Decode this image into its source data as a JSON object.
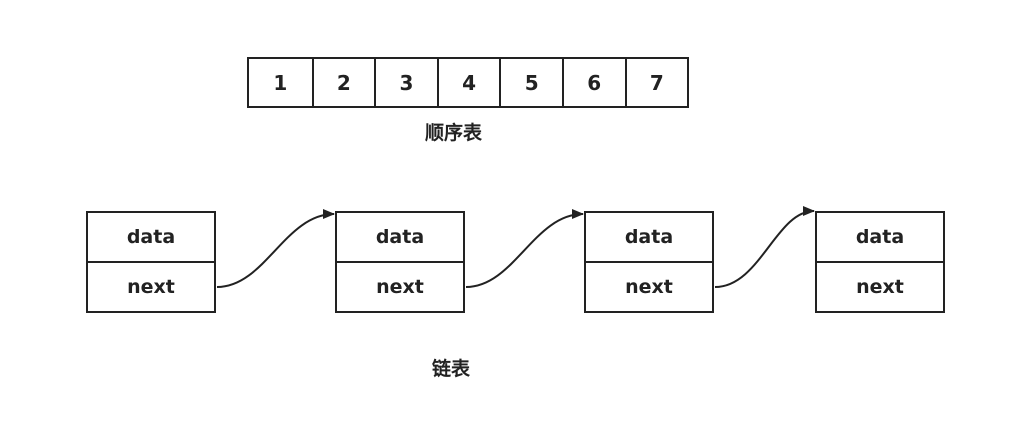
{
  "sequential_list": {
    "cells": [
      "1",
      "2",
      "3",
      "4",
      "5",
      "6",
      "7"
    ],
    "label": "顺序表"
  },
  "linked_list": {
    "nodes": [
      {
        "data_label": "data",
        "next_label": "next"
      },
      {
        "data_label": "data",
        "next_label": "next"
      },
      {
        "data_label": "data",
        "next_label": "next"
      },
      {
        "data_label": "data",
        "next_label": "next"
      }
    ],
    "label": "链表"
  },
  "colors": {
    "stroke": "#222222",
    "background": "#ffffff"
  }
}
